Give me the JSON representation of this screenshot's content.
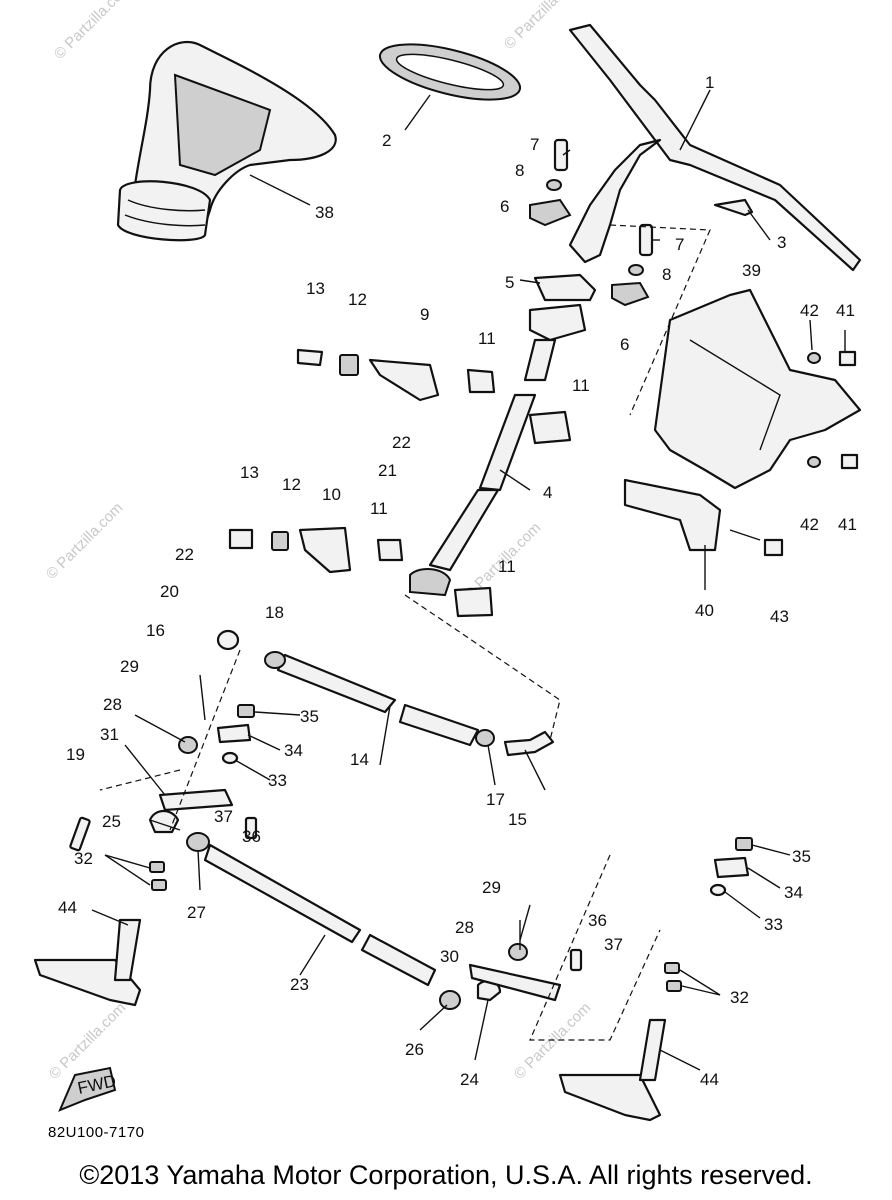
{
  "watermark": {
    "text": "© Partzilla.com"
  },
  "labels": {
    "p1": "1",
    "p2": "2",
    "p3": "3",
    "p4": "4",
    "p5": "5",
    "p6a": "6",
    "p6b": "6",
    "p7a": "7",
    "p7b": "7",
    "p8a": "8",
    "p8b": "8",
    "p9": "9",
    "p10": "10",
    "p11a": "11",
    "p11b": "11",
    "p11c": "11",
    "p11d": "11",
    "p12a": "12",
    "p12b": "12",
    "p13a": "13",
    "p13b": "13",
    "p14": "14",
    "p15": "15",
    "p16": "16",
    "p17": "17",
    "p18": "18",
    "p19": "19",
    "p20": "20",
    "p21": "21",
    "p22a": "22",
    "p22b": "22",
    "p23": "23",
    "p24": "24",
    "p25": "25",
    "p26": "26",
    "p27": "27",
    "p28a": "28",
    "p28b": "28",
    "p29a": "29",
    "p29b": "29",
    "p30": "30",
    "p31": "31",
    "p32a": "32",
    "p32b": "32",
    "p33a": "33",
    "p33b": "33",
    "p34a": "34",
    "p34b": "34",
    "p35a": "35",
    "p35b": "35",
    "p36a": "36",
    "p36b": "36",
    "p37a": "37",
    "p37b": "37",
    "p38": "38",
    "p39": "39",
    "p40": "40",
    "p41a": "41",
    "p41b": "41",
    "p42a": "42",
    "p42b": "42",
    "p43": "43",
    "p44a": "44",
    "p44b": "44"
  },
  "fwd_badge": "FWD",
  "drawing_code": "82U100-7170",
  "copyright": "©2013  Yamaha Motor Corporation, U.S.A. All rights reserved."
}
